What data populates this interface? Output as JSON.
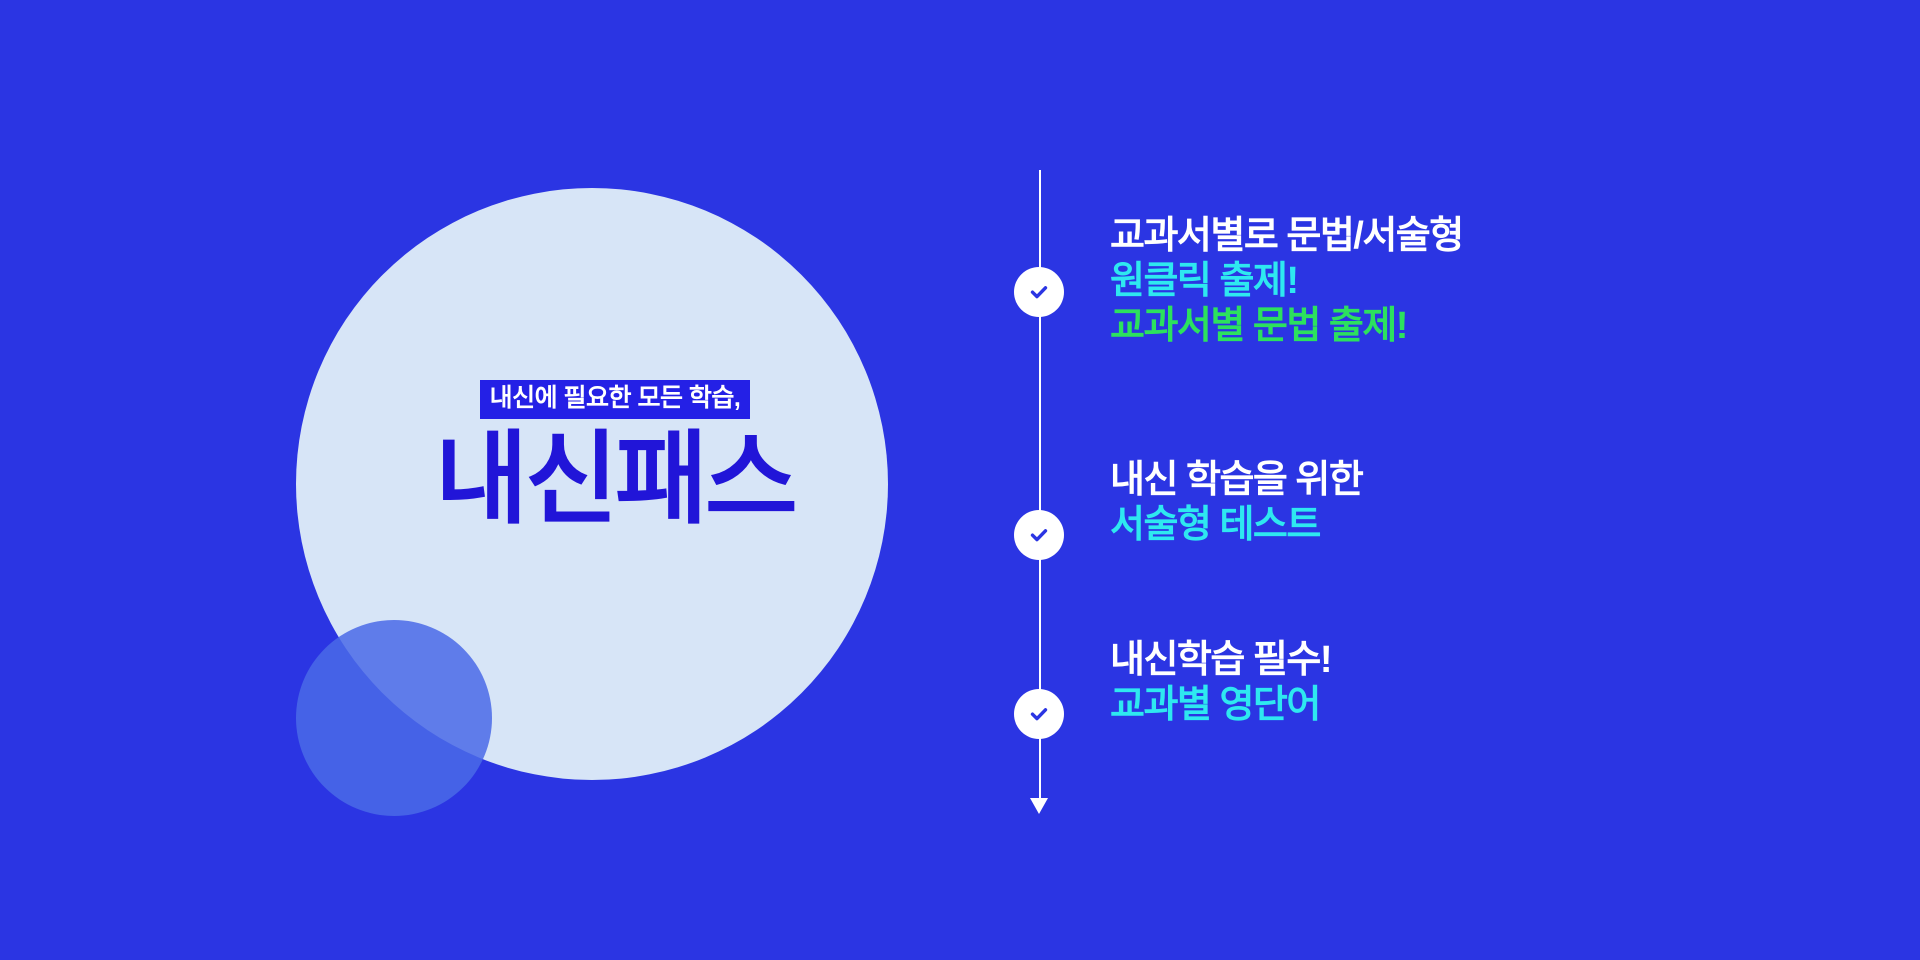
{
  "theme": {
    "background": "#2b35e3",
    "circle_light": "#d7e5f7",
    "circle_accent": "#4a6ae8",
    "brand_blue": "#2115d8",
    "badge_blue": "#2420e6",
    "white": "#ffffff",
    "cyan": "#2ee8f0",
    "green": "#2ce15e"
  },
  "brand": {
    "badge": "내신에 필요한 모든 학습,",
    "title": "내신패스"
  },
  "features": [
    {
      "icon": "check-circle-icon",
      "lines": [
        {
          "text": "교과서별로 문법/서술형",
          "color": "white"
        },
        {
          "text": "원클릭 출제!",
          "color": "cyan"
        },
        {
          "text": "교과서별 문법 출제!",
          "color": "green"
        }
      ]
    },
    {
      "icon": "check-circle-icon",
      "lines": [
        {
          "text": "내신 학습을 위한",
          "color": "white"
        },
        {
          "text": "서술형 테스트",
          "color": "cyan"
        }
      ]
    },
    {
      "icon": "check-circle-icon",
      "lines": [
        {
          "text": "내신학습 필수!",
          "color": "white"
        },
        {
          "text": "교과별 영단어",
          "color": "cyan"
        }
      ]
    }
  ],
  "timeline": {
    "arrow_icon": "arrow-down-icon",
    "line_icon": "vertical-connector-line"
  }
}
